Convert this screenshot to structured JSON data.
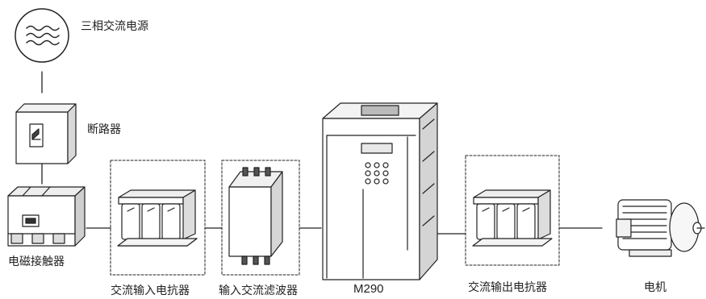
{
  "labels": {
    "power_source": "三相交流电源",
    "breaker": "断路器",
    "contactor": "电磁接触器",
    "input_reactor": "交流输入电抗器",
    "input_filter": "输入交流滤波器",
    "inverter_model": "M290",
    "output_reactor": "交流输出电抗器",
    "motor": "电机"
  },
  "icons": {
    "power_source": "ac-wave-circle-icon",
    "breaker": "circuit-breaker-icon",
    "contactor": "contactor-icon",
    "input_reactor": "reactor-icon",
    "input_filter": "filter-icon",
    "inverter": "inverter-icon",
    "output_reactor": "reactor-icon",
    "motor": "motor-icon"
  }
}
